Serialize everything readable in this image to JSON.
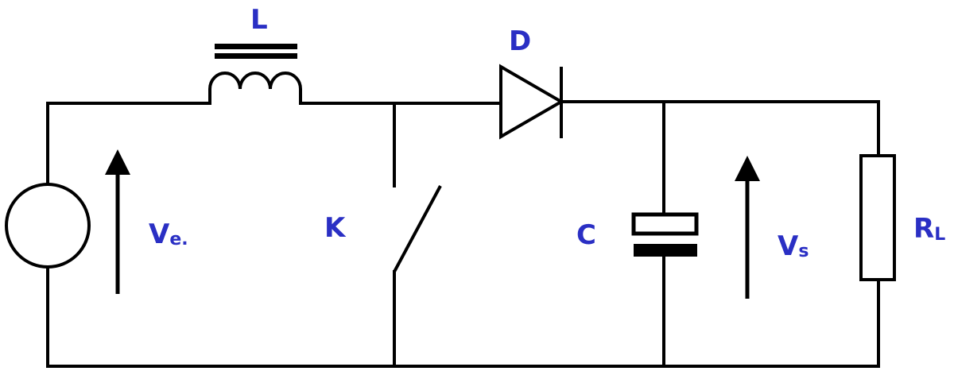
{
  "colors": {
    "wire": "#000000",
    "label": "#2a2fc4",
    "background": "#ffffff"
  },
  "components": {
    "inductor": {
      "label": "L"
    },
    "diode": {
      "label": "D"
    },
    "switch": {
      "label": "K"
    },
    "capacitor": {
      "label": "C"
    },
    "load": {
      "label_main": "R",
      "label_sub": "L"
    },
    "source": {
      "symbol": "circle"
    }
  },
  "voltages": {
    "input": {
      "label_main": "V",
      "label_sub": "e."
    },
    "output": {
      "label_main": "V",
      "label_sub": "s"
    }
  }
}
